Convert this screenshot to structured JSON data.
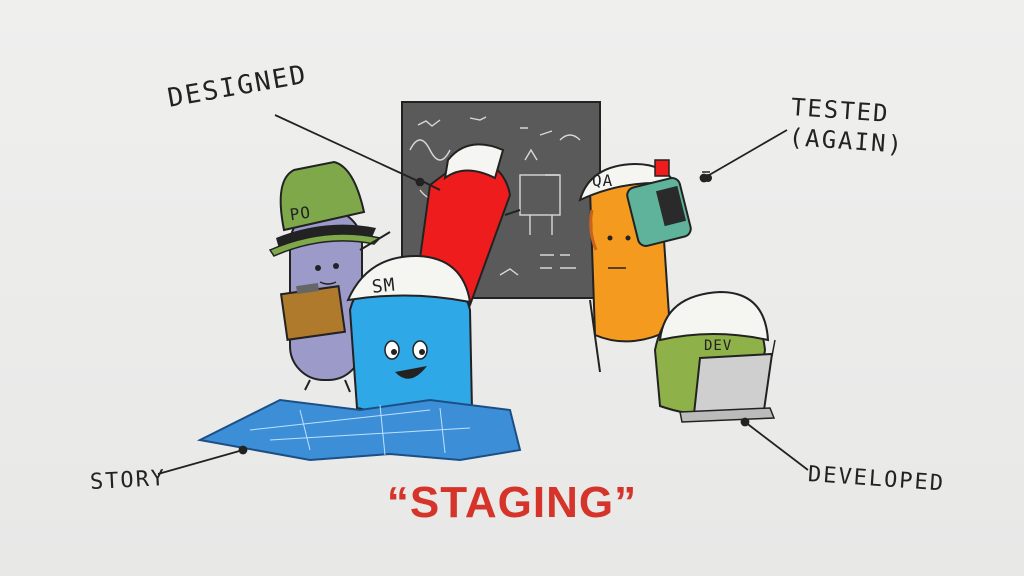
{
  "labels": {
    "designed": "DESIGNED",
    "tested": "TESTED\n(AGAIN)",
    "story": "STORY",
    "developed": "DEVELOPED"
  },
  "title": "“STAGING”",
  "hats": {
    "po": "PO",
    "sm": "SM",
    "qa": "QA",
    "dev": "DEV"
  },
  "colors": {
    "title_red": "#d6332a",
    "board": "#5a5a5a",
    "po_body": "#9b9ac9",
    "po_hat": "#7fa84a",
    "designer_body": "#ee1c1c",
    "sm_body": "#2fa8e8",
    "qa_body": "#f39a1f",
    "dev_body": "#8fb14a",
    "robot": "#5fb39a",
    "map": "#3c8fd6"
  }
}
